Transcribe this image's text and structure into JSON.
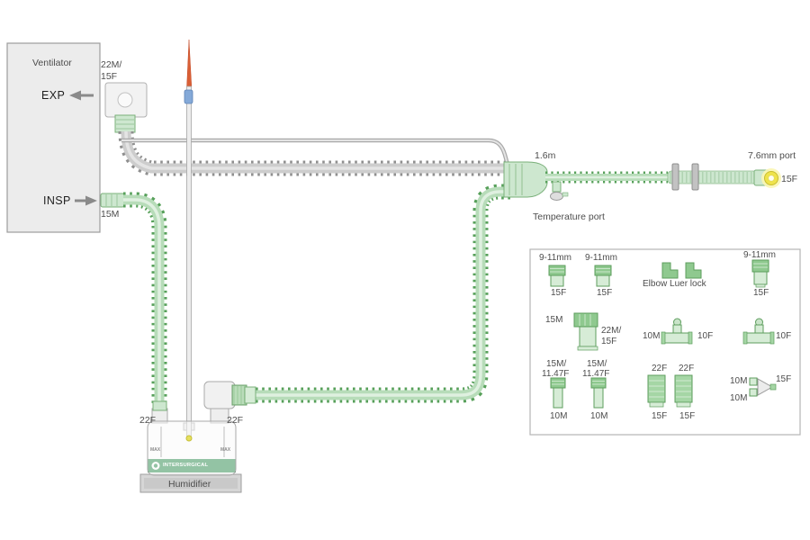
{
  "ventilator": {
    "title": "Ventilator",
    "exp": "EXP",
    "insp": "INSP",
    "exp_port_l1": "22M/",
    "exp_port_l2": "15F",
    "insp_port": "15M"
  },
  "circuit": {
    "tube_length": "1.6m",
    "patient_port": "7.6mm port",
    "patient_port_size": "15F",
    "temperature_port": "Temperature port",
    "humid_in_size": "22F",
    "humid_out_size": "22F"
  },
  "humidifier": {
    "label": "Humidifier",
    "brand": "INTERSURGICAL",
    "max_left": "MAX",
    "max_right": "MAX"
  },
  "legend": {
    "item1_top": "9-11mm",
    "item1_bottom": "15F",
    "item2_top": "9-11mm",
    "item2_bottom": "15F",
    "elbow_luer": "Elbow Luer lock",
    "item3_top": "9-11mm",
    "item3_bottom": "15F",
    "elbow22_left": "15M",
    "elbow22_right1": "22M/",
    "elbow22_right2": "15F",
    "tpiece1_left": "10M",
    "tpiece1_right": "10F",
    "tpiece2_right": "10F",
    "conn1_top1": "15M/",
    "conn1_top2": "11.47F",
    "conn1_bottom": "10M",
    "conn2_top1": "15M/",
    "conn2_top2": "11.47F",
    "conn2_bottom": "10M",
    "mount1_top": "22F",
    "mount2_top": "22F",
    "mount1_bottom": "15F",
    "mount2_bottom": "15F",
    "cone_left_top": "10M",
    "cone_right": "15F",
    "cone_left_bottom": "10M"
  },
  "colors": {
    "tube_green": "#57a05a",
    "tube_gray": "#8f8f8f",
    "brand_green": "#18813c",
    "cap_yellow": "#efe34b"
  }
}
